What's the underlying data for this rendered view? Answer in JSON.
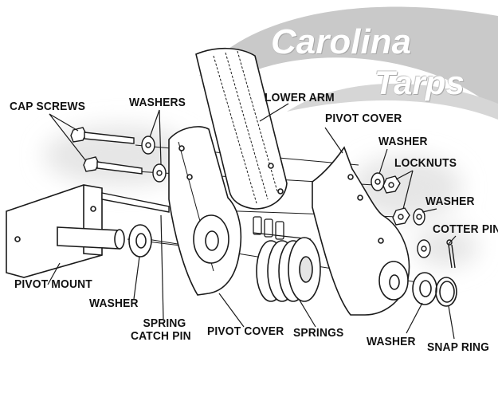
{
  "logo": {
    "line1": "Carolina",
    "line2": "Tarps"
  },
  "labels": {
    "cap_screws": "CAP SCREWS",
    "washers": "WASHERS",
    "lower_arm": "LOWER ARM",
    "pivot_cover_top": "PIVOT COVER",
    "washer_top_right": "WASHER",
    "locknuts": "LOCKNUTS",
    "washer_right": "WASHER",
    "cotter_pin": "COTTER PIN",
    "pivot_mount": "PIVOT MOUNT",
    "washer_left": "WASHER",
    "spring_catch_pin_line1": "SPRING",
    "spring_catch_pin_line2": "CATCH PIN",
    "pivot_cover_bottom": "PIVOT COVER",
    "springs": "SPRINGS",
    "washer_bottom": "WASHER",
    "snap_ring": "SNAP RING"
  },
  "colors": {
    "line": "#1a1a1a",
    "part_fill": "#ffffff",
    "logo_gray": "#b9b9b9",
    "glow": "#e9e9e9"
  }
}
